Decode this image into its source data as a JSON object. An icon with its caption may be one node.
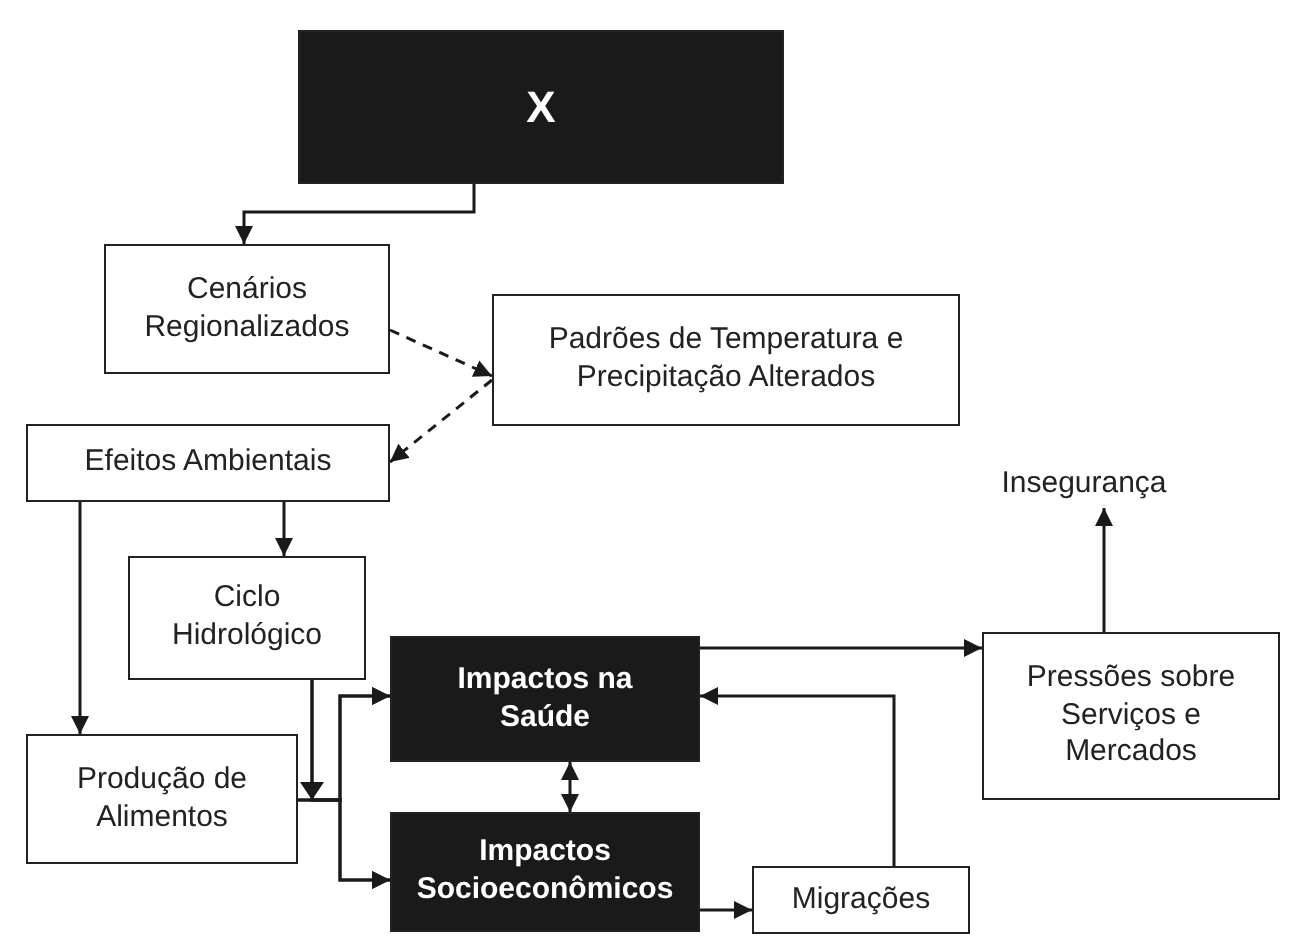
{
  "diagram": {
    "nodes": [
      {
        "text": [
          "X"
        ]
      },
      {
        "text": [
          "Cenários Regionalizados"
        ]
      },
      {
        "text": [
          "Padrões de Temperatura e Precipitação Alterados"
        ]
      },
      {
        "text": [
          "Efeitos Ambientais"
        ]
      },
      {
        "text": [
          "Ciclo Hidrológico"
        ]
      },
      {
        "text": [
          "Produção de Alimentos"
        ]
      },
      {
        "text": [
          "Impactos na Saúde"
        ]
      },
      {
        "text": [
          "Impactos Socioeconômicos"
        ]
      },
      {
        "text": [
          "Migrações"
        ]
      },
      {
        "text": [
          "Pressões sobre Serviços e Mercados"
        ]
      },
      {
        "text": [
          "Insegurança"
        ]
      }
    ],
    "edges": [
      {
        "from": 0,
        "to": 1,
        "arrow": "to"
      },
      {
        "from": 1,
        "to": 2,
        "arrow": "to",
        "style": "dashed"
      },
      {
        "from": 2,
        "to": 3,
        "arrow": "to",
        "style": "dashed"
      },
      {
        "from": 3,
        "to": 4,
        "arrow": "to"
      },
      {
        "from": 3,
        "to": 5,
        "arrow": "to"
      },
      {
        "from": 4,
        "to": 6,
        "arrow": "to"
      },
      {
        "from": 4,
        "to": 7,
        "arrow": "to"
      },
      {
        "from": 5,
        "to": 6,
        "arrow": "to"
      },
      {
        "from": 5,
        "to": 7,
        "arrow": "to"
      },
      {
        "from": 6,
        "to": 7,
        "arrow": "both"
      },
      {
        "from": 6,
        "to": 9,
        "arrow": "to"
      },
      {
        "from": 8,
        "to": 6,
        "arrow": "to"
      },
      {
        "from": 7,
        "to": 8,
        "arrow": "to"
      },
      {
        "from": 9,
        "to": 10,
        "arrow": "to"
      }
    ]
  }
}
